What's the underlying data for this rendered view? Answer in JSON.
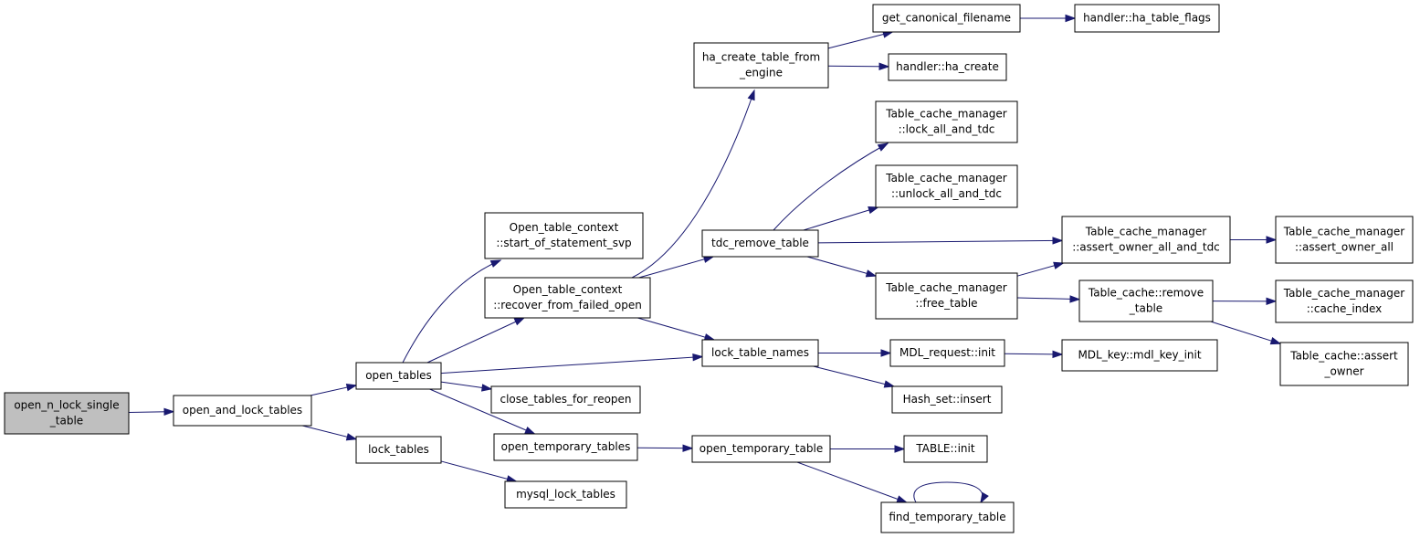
{
  "graph": {
    "nodes": {
      "open_n_lock_single_table": [
        "open_n_lock_single",
        "_table"
      ],
      "open_and_lock_tables": [
        "open_and_lock_tables"
      ],
      "open_tables": [
        "open_tables"
      ],
      "lock_tables": [
        "lock_tables"
      ],
      "ote_start_of_statement_svp": [
        "Open_table_context",
        "::start_of_statement_svp"
      ],
      "ote_recover_from_failed_open": [
        "Open_table_context",
        "::recover_from_failed_open"
      ],
      "close_tables_for_reopen": [
        "close_tables_for_reopen"
      ],
      "open_temporary_tables": [
        "open_temporary_tables"
      ],
      "mysql_lock_tables": [
        "mysql_lock_tables"
      ],
      "ha_create_table_from_engine": [
        "ha_create_table_from",
        "_engine"
      ],
      "tdc_remove_table": [
        "tdc_remove_table"
      ],
      "lock_table_names": [
        "lock_table_names"
      ],
      "open_temporary_table": [
        "open_temporary_table"
      ],
      "get_canonical_filename": [
        "get_canonical_filename"
      ],
      "handler_ha_create": [
        "handler::ha_create"
      ],
      "handler_ha_table_flags": [
        "handler::ha_table_flags"
      ],
      "tcm_lock_all_and_tdc": [
        "Table_cache_manager",
        "::lock_all_and_tdc"
      ],
      "tcm_unlock_all_and_tdc": [
        "Table_cache_manager",
        "::unlock_all_and_tdc"
      ],
      "tcm_free_table": [
        "Table_cache_manager",
        "::free_table"
      ],
      "tcm_assert_owner_all_and_tdc": [
        "Table_cache_manager",
        "::assert_owner_all_and_tdc"
      ],
      "tcm_assert_owner_all": [
        "Table_cache_manager",
        "::assert_owner_all"
      ],
      "tc_remove_table": [
        "Table_cache::remove",
        "_table"
      ],
      "tcm_cache_index": [
        "Table_cache_manager",
        "::cache_index"
      ],
      "tc_assert_owner": [
        "Table_cache::assert",
        "_owner"
      ],
      "mdl_request_init": [
        "MDL_request::init"
      ],
      "mdl_key_mdl_key_init": [
        "MDL_key::mdl_key_init"
      ],
      "hash_set_insert": [
        "Hash_set::insert"
      ],
      "table_init": [
        "TABLE::init"
      ],
      "find_temporary_table": [
        "find_temporary_table"
      ]
    },
    "edges": [
      [
        "open_n_lock_single_table",
        "open_and_lock_tables"
      ],
      [
        "open_and_lock_tables",
        "open_tables"
      ],
      [
        "open_and_lock_tables",
        "lock_tables"
      ],
      [
        "open_tables",
        "ote_start_of_statement_svp"
      ],
      [
        "open_tables",
        "ote_recover_from_failed_open"
      ],
      [
        "open_tables",
        "lock_table_names"
      ],
      [
        "open_tables",
        "close_tables_for_reopen"
      ],
      [
        "open_tables",
        "open_temporary_tables"
      ],
      [
        "lock_tables",
        "mysql_lock_tables"
      ],
      [
        "ote_recover_from_failed_open",
        "ha_create_table_from_engine"
      ],
      [
        "ote_recover_from_failed_open",
        "tdc_remove_table"
      ],
      [
        "ote_recover_from_failed_open",
        "lock_table_names"
      ],
      [
        "open_temporary_tables",
        "open_temporary_table"
      ],
      [
        "ha_create_table_from_engine",
        "get_canonical_filename"
      ],
      [
        "ha_create_table_from_engine",
        "handler_ha_create"
      ],
      [
        "get_canonical_filename",
        "handler_ha_table_flags"
      ],
      [
        "tdc_remove_table",
        "tcm_lock_all_and_tdc"
      ],
      [
        "tdc_remove_table",
        "tcm_unlock_all_and_tdc"
      ],
      [
        "tdc_remove_table",
        "tcm_assert_owner_all_and_tdc"
      ],
      [
        "tdc_remove_table",
        "tcm_free_table"
      ],
      [
        "tcm_free_table",
        "tcm_assert_owner_all_and_tdc"
      ],
      [
        "tcm_free_table",
        "tc_remove_table"
      ],
      [
        "tcm_assert_owner_all_and_tdc",
        "tcm_assert_owner_all"
      ],
      [
        "tc_remove_table",
        "tcm_cache_index"
      ],
      [
        "tc_remove_table",
        "tc_assert_owner"
      ],
      [
        "lock_table_names",
        "mdl_request_init"
      ],
      [
        "lock_table_names",
        "hash_set_insert"
      ],
      [
        "mdl_request_init",
        "mdl_key_mdl_key_init"
      ],
      [
        "open_temporary_table",
        "table_init"
      ],
      [
        "open_temporary_table",
        "find_temporary_table"
      ],
      [
        "find_temporary_table",
        "find_temporary_table"
      ]
    ],
    "highlighted_node": "open_n_lock_single_table",
    "colors": {
      "edge": "#191970",
      "node_border": "#000000",
      "node_fill": "#ffffff",
      "highlighted_fill": "#bfbfbf"
    }
  }
}
